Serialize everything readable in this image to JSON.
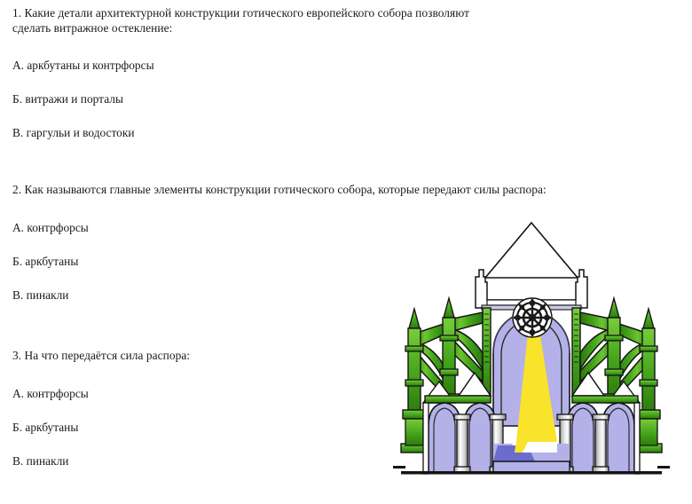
{
  "document": {
    "language": "ru",
    "background_color": "#ffffff",
    "text_color": "#1b1b1b"
  },
  "quiz": {
    "questions": [
      {
        "number": "1.",
        "stem": "1. Какие детали архитектурной конструкции готического европейского собора позволяют\nсделать витражное остекление:",
        "options": [
          "А. аркбутаны и контрфорсы",
          "Б. витражи и порталы",
          "В. гаргульи и водостоки"
        ]
      },
      {
        "number": "2.",
        "stem": "2. Как называются главные элементы конструкции готического собора, которые передают силы распора:",
        "options": [
          "А. контрфорсы",
          "Б. аркбутаны",
          "В. пинакли"
        ]
      },
      {
        "number": "3.",
        "stem": "3. На что передаётся сила распора:",
        "options": [
          "А. контрфорсы",
          "Б. аркбутаны",
          "В. пинакли"
        ]
      }
    ]
  },
  "illustration": {
    "name": "gothic-cathedral-cross-section",
    "description": "Цветной разрез готического собора: нефы, аркбутаны, контрфорсы, пинакли, роза и луч света",
    "colors": {
      "buttress_green": "#46a81c",
      "buttress_green_dark": "#2c7a0d",
      "buttress_green_light": "#7ed13f",
      "glass_lavender": "#b3b1e8",
      "glass_lavender_dark": "#8f8dd8",
      "floor_blue": "#6b6ccc",
      "light_beam_yellow": "#f9e32b",
      "stone_gray": "#d9d9d9",
      "outline_black": "#111111",
      "white": "#ffffff"
    },
    "parts": [
      "roof-gable",
      "clerestory",
      "nave-vault",
      "rose-window",
      "light-beam",
      "flying-buttress-left-inner",
      "flying-buttress-left-outer",
      "flying-buttress-right-inner",
      "flying-buttress-right-outer",
      "pinnacle-left-outer",
      "pinnacle-left-inner",
      "pinnacle-right-inner",
      "pinnacle-right-outer",
      "aisle-arcade-left",
      "aisle-arcade-right",
      "floor-base"
    ]
  }
}
